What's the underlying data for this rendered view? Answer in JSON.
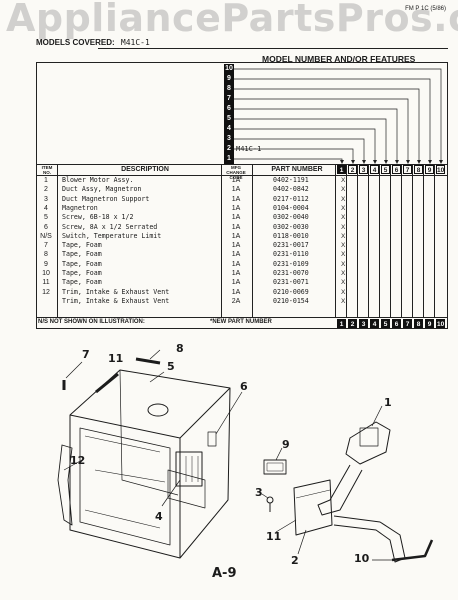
{
  "watermark": "AppliancePartsPros.com",
  "form_number": "FM P 1C (5/86)",
  "header": {
    "models_covered_label": "MODELS COVERED:",
    "models_covered_value": "M41C-1",
    "model_features_title": "MODEL NUMBER AND/OR FEATURES",
    "feature_numbers": [
      "10",
      "9",
      "8",
      "7",
      "6",
      "5",
      "4",
      "3",
      "2",
      "1"
    ],
    "model_tag": "M41C-1"
  },
  "table": {
    "columns": {
      "item": "ITEM NO.",
      "description": "DESCRIPTION",
      "mfg_change": "MFG CHANGE CODE",
      "part_number": "PART NUMBER"
    },
    "model_columns": [
      "1",
      "2",
      "3",
      "4",
      "5",
      "6",
      "7",
      "8",
      "9",
      "10"
    ],
    "rows": [
      {
        "item": "1",
        "description": "Blower Motor Assy.",
        "mfg": "1A",
        "part": "0402-1191",
        "mark": "X"
      },
      {
        "item": "2",
        "description": "Duct Assy, Magnetron",
        "mfg": "1A",
        "part": "0402-0842",
        "mark": "X"
      },
      {
        "item": "3",
        "description": "Duct Magnetron Support",
        "mfg": "1A",
        "part": "0217-0112",
        "mark": "X"
      },
      {
        "item": "4",
        "description": "Magnetron",
        "mfg": "1A",
        "part": "0104-0004",
        "mark": "X"
      },
      {
        "item": "5",
        "description": "Screw, 6B-18 x 1/2",
        "mfg": "1A",
        "part": "0302-0040",
        "mark": "X"
      },
      {
        "item": "6",
        "description": "Screw, 8A x 1/2 Serrated",
        "mfg": "1A",
        "part": "0302-0030",
        "mark": "X"
      },
      {
        "item": "N/S",
        "description": "Switch, Temperature Limit",
        "mfg": "1A",
        "part": "0118-0010",
        "mark": "X"
      },
      {
        "item": "7",
        "description": "Tape, Foam",
        "mfg": "1A",
        "part": "0231-0017",
        "mark": "X"
      },
      {
        "item": "8",
        "description": "Tape, Foam",
        "mfg": "1A",
        "part": "0231-0110",
        "mark": "X"
      },
      {
        "item": "9",
        "description": "Tape, Foam",
        "mfg": "1A",
        "part": "0231-0109",
        "mark": "X"
      },
      {
        "item": "10",
        "description": "Tape, Foam",
        "mfg": "1A",
        "part": "0231-0070",
        "mark": "X"
      },
      {
        "item": "11",
        "description": "Tape, Foam",
        "mfg": "1A",
        "part": "0231-0071",
        "mark": "X"
      },
      {
        "item": "12",
        "description": "Trim, Intake & Exhaust Vent",
        "mfg": "1A",
        "part": "0210-0069",
        "mark": "X"
      },
      {
        "item": "",
        "description": "Trim, Intake & Exhaust Vent",
        "mfg": "2A",
        "part": "0210-0154",
        "mark": "X"
      }
    ]
  },
  "footer": {
    "not_shown": "N/S NOT SHOWN ON ILLUSTRATION:",
    "new_part": "*NEW PART NUMBER"
  },
  "diagram": {
    "callouts": [
      "1",
      "2",
      "3",
      "4",
      "5",
      "6",
      "7",
      "8",
      "9",
      "10",
      "11",
      "12"
    ]
  },
  "page_number": "A-9"
}
